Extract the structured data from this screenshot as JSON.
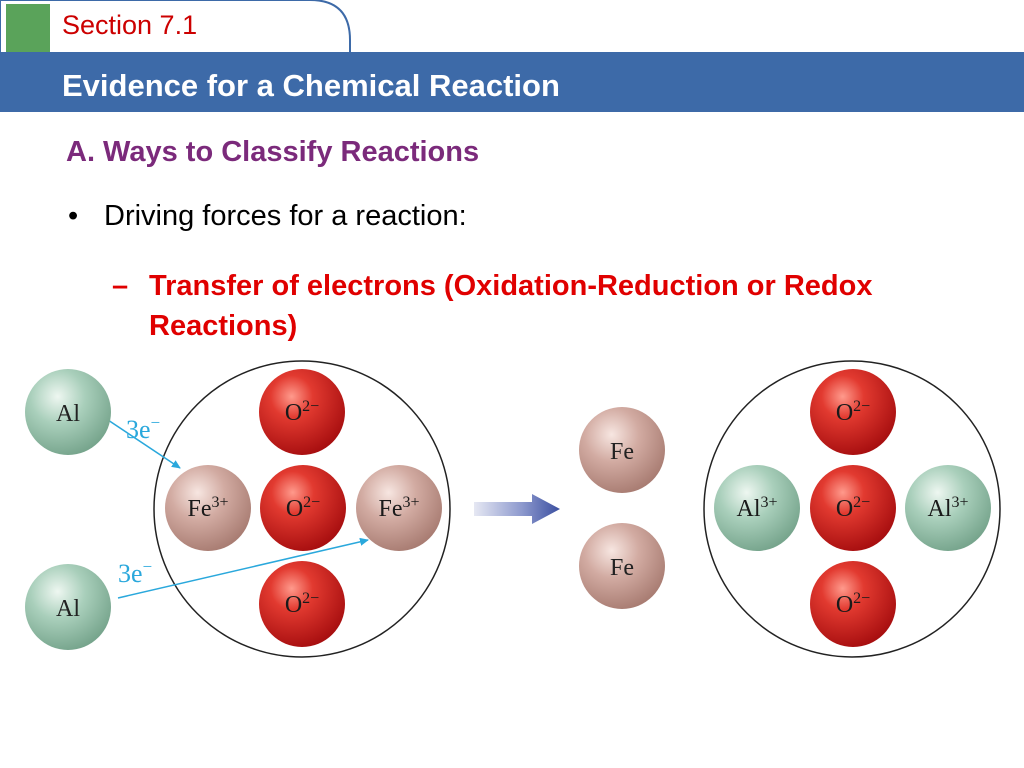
{
  "header": {
    "section": "Section 7.1",
    "title": "Evidence for a Chemical Reaction"
  },
  "content": {
    "heading": "A. Ways to Classify Reactions",
    "bullet_marker": "•",
    "bullet": "Driving forces for a reaction:",
    "subbullet_marker": "–",
    "subbullet": "Transfer of electrons (Oxidation-Reduction or Redox Reactions)"
  },
  "diagram": {
    "reactants": {
      "al_top": "Al",
      "al_bottom": "Al",
      "electrons_top": "3e",
      "electrons_bottom": "3e",
      "electron_charge": "−",
      "fe_left": {
        "symbol": "Fe",
        "charge": "3+"
      },
      "fe_right": {
        "symbol": "Fe",
        "charge": "3+"
      },
      "o_top": {
        "symbol": "O",
        "charge": "2−"
      },
      "o_center": {
        "symbol": "O",
        "charge": "2−"
      },
      "o_bottom": {
        "symbol": "O",
        "charge": "2−"
      }
    },
    "products": {
      "fe_top": "Fe",
      "fe_bottom": "Fe",
      "al_left": {
        "symbol": "Al",
        "charge": "3+"
      },
      "al_right": {
        "symbol": "Al",
        "charge": "3+"
      },
      "o_top": {
        "symbol": "O",
        "charge": "2−"
      },
      "o_center": {
        "symbol": "O",
        "charge": "2−"
      },
      "o_bottom": {
        "symbol": "O",
        "charge": "2−"
      }
    },
    "colors": {
      "oxide": "#d42a2a",
      "iron": "#c89e95",
      "aluminum": "#9bc5b0",
      "arrow_blue": "#2aa8dc",
      "reaction_arrow": "#3b4fa0"
    }
  }
}
